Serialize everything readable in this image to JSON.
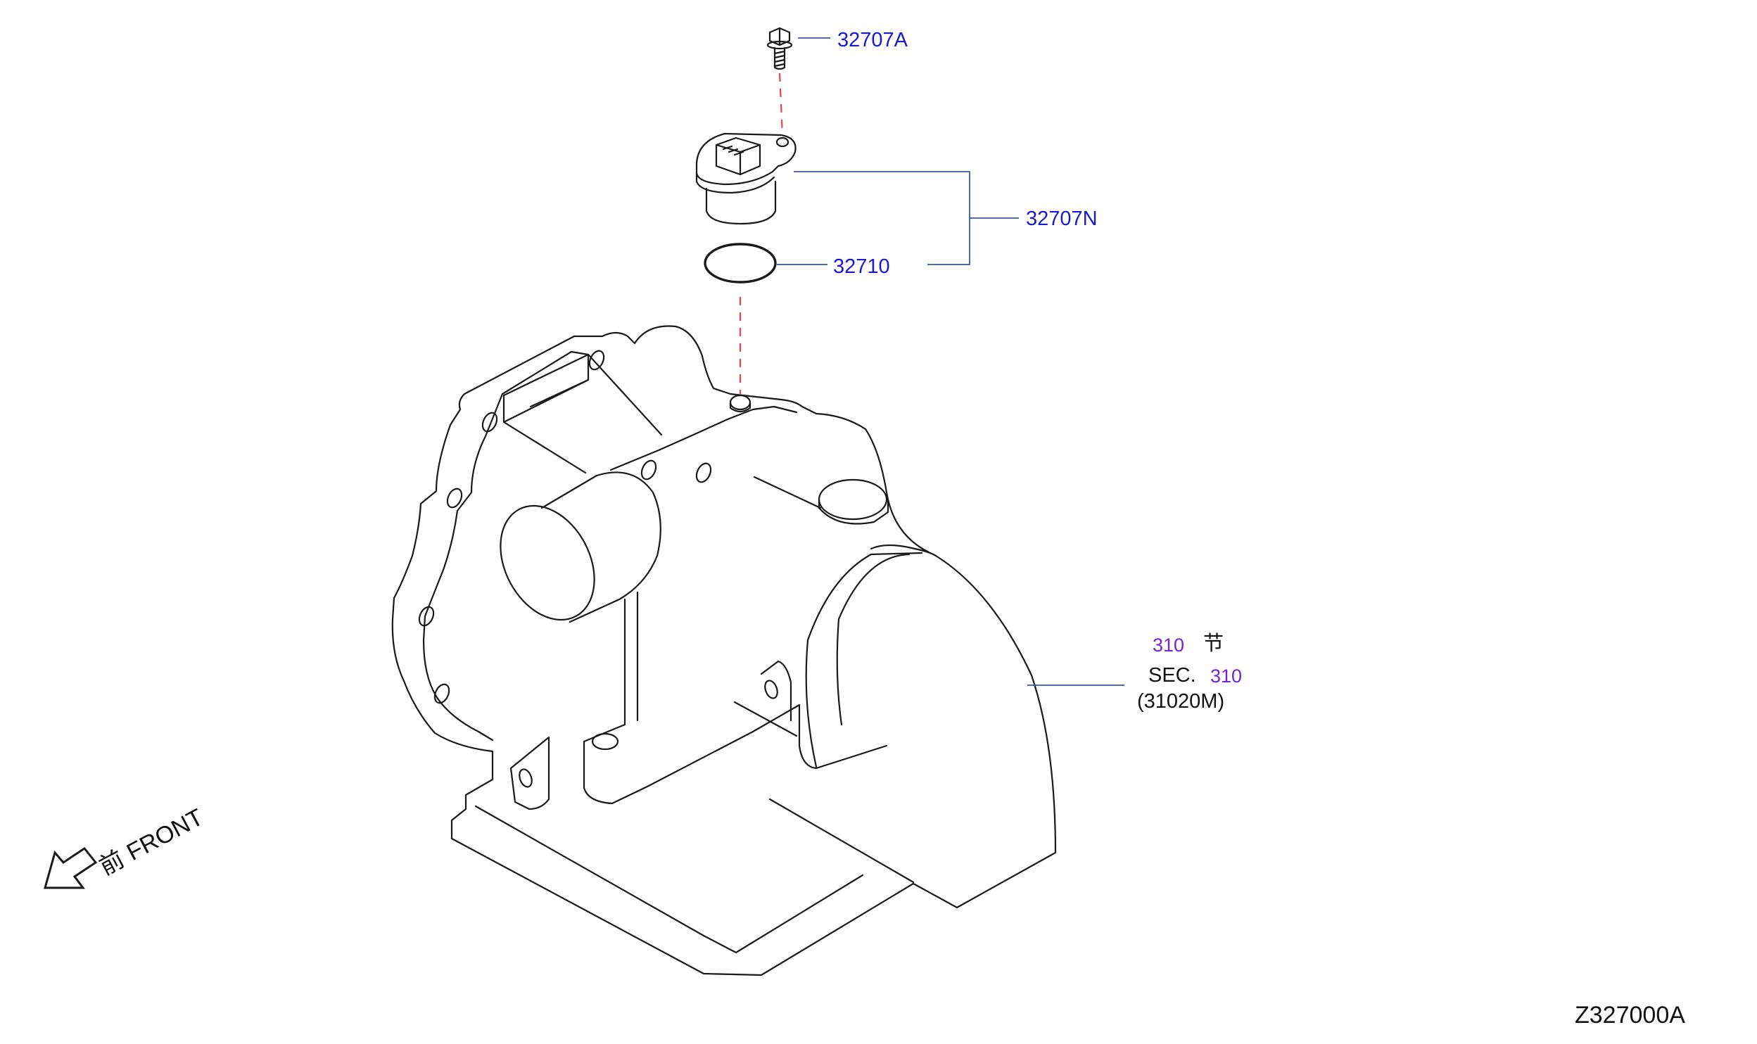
{
  "parts": {
    "bolt": "32707A",
    "sensor": "32707N",
    "oring": "32710"
  },
  "section": {
    "num_top": "310",
    "char_top": "节",
    "sec_label": "SEC.",
    "sec_num": "310",
    "part_ref": "(31020M)"
  },
  "front": {
    "char": "前",
    "label": "FRONT"
  },
  "diagram_code": "Z327000A",
  "colors": {
    "part_label": "#1a1acc",
    "section_number": "#7722cc",
    "leader_line": "#3355bb",
    "center_line": "#ee4444",
    "drawing": "#1a1a1a"
  }
}
